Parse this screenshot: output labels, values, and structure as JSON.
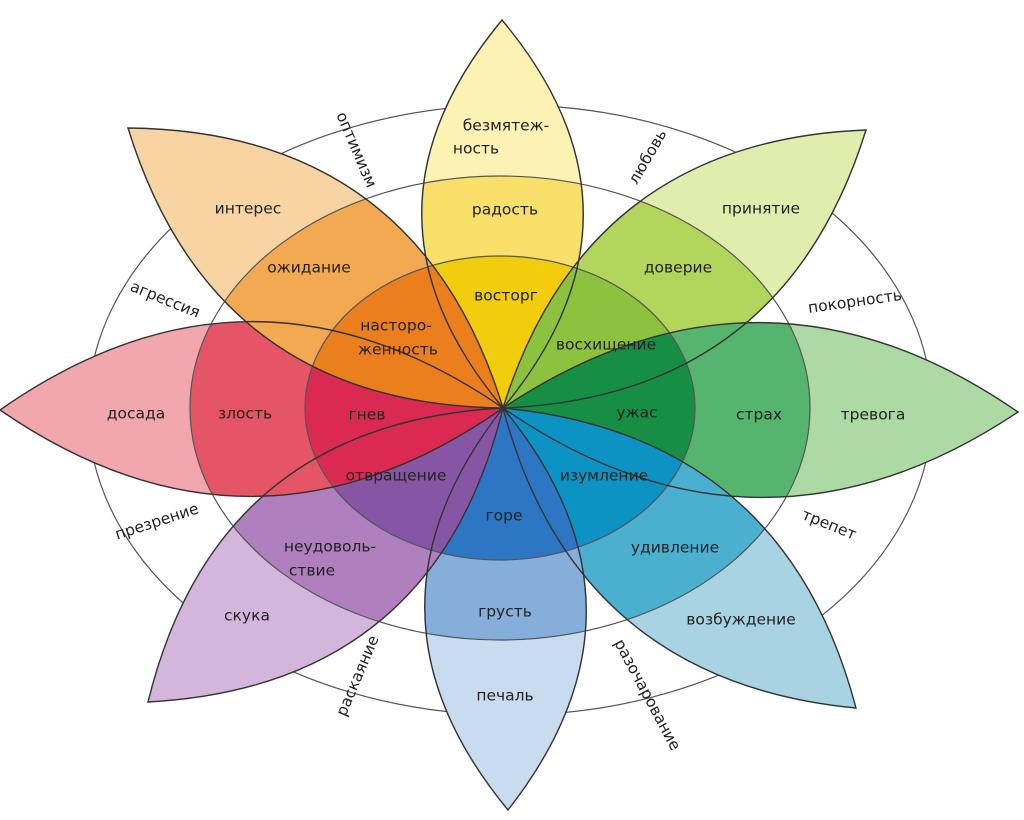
{
  "petals": [
    {
      "id": "joy",
      "colors": [
        "#FBF2B4",
        "#F8E06A",
        "#F2CD0E"
      ],
      "labels": [
        {
          "text": "безмятеж-"
        },
        {
          "text": "ность"
        },
        {
          "text": "радость"
        },
        {
          "text": "восторг"
        }
      ]
    },
    {
      "id": "trust",
      "colors": [
        "#E1EDAC",
        "#B2D55C",
        "#8DC23E"
      ],
      "labels": [
        {
          "text": "принятие"
        },
        {
          "text": "доверие"
        },
        {
          "text": "восхищение"
        }
      ]
    },
    {
      "id": "fear",
      "colors": [
        "#ADDAA4",
        "#55B56E",
        "#168F45"
      ],
      "labels": [
        {
          "text": "тревога"
        },
        {
          "text": "страх"
        },
        {
          "text": "ужас"
        }
      ]
    },
    {
      "id": "surprise",
      "colors": [
        "#A8D3E2",
        "#4BAFD0",
        "#0D92C4"
      ],
      "labels": [
        {
          "text": "возбуждение"
        },
        {
          "text": "удивление"
        },
        {
          "text": "изумление"
        }
      ]
    },
    {
      "id": "sadness",
      "colors": [
        "#C8DBEF",
        "#86AEDA",
        "#2C76C3"
      ],
      "labels": [
        {
          "text": "печаль"
        },
        {
          "text": "грусть"
        },
        {
          "text": "горе"
        }
      ]
    },
    {
      "id": "disgust",
      "colors": [
        "#D4B6DC",
        "#B07FBE",
        "#8656A5"
      ],
      "labels": [
        {
          "text": "скука"
        },
        {
          "text": "неудоволь-"
        },
        {
          "text": "ствие"
        },
        {
          "text": "отвращение"
        }
      ]
    },
    {
      "id": "anger",
      "colors": [
        "#F2A6AE",
        "#E55467",
        "#DA2A52"
      ],
      "labels": [
        {
          "text": "досада"
        },
        {
          "text": "злость"
        },
        {
          "text": "гнев"
        }
      ]
    },
    {
      "id": "anticipation",
      "colors": [
        "#F8D4A2",
        "#F3A852",
        "#EB7F1E"
      ],
      "labels": [
        {
          "text": "интерес"
        },
        {
          "text": "ожидание"
        },
        {
          "text": "насторо-"
        },
        {
          "text": "женность"
        }
      ]
    }
  ],
  "dyads": [
    {
      "text": "оптимизм"
    },
    {
      "text": "любовь"
    },
    {
      "text": "покорность"
    },
    {
      "text": "трепет"
    },
    {
      "text": "разочарование"
    },
    {
      "text": "раскаяние"
    },
    {
      "text": "презрение"
    },
    {
      "text": "агрессия"
    }
  ]
}
